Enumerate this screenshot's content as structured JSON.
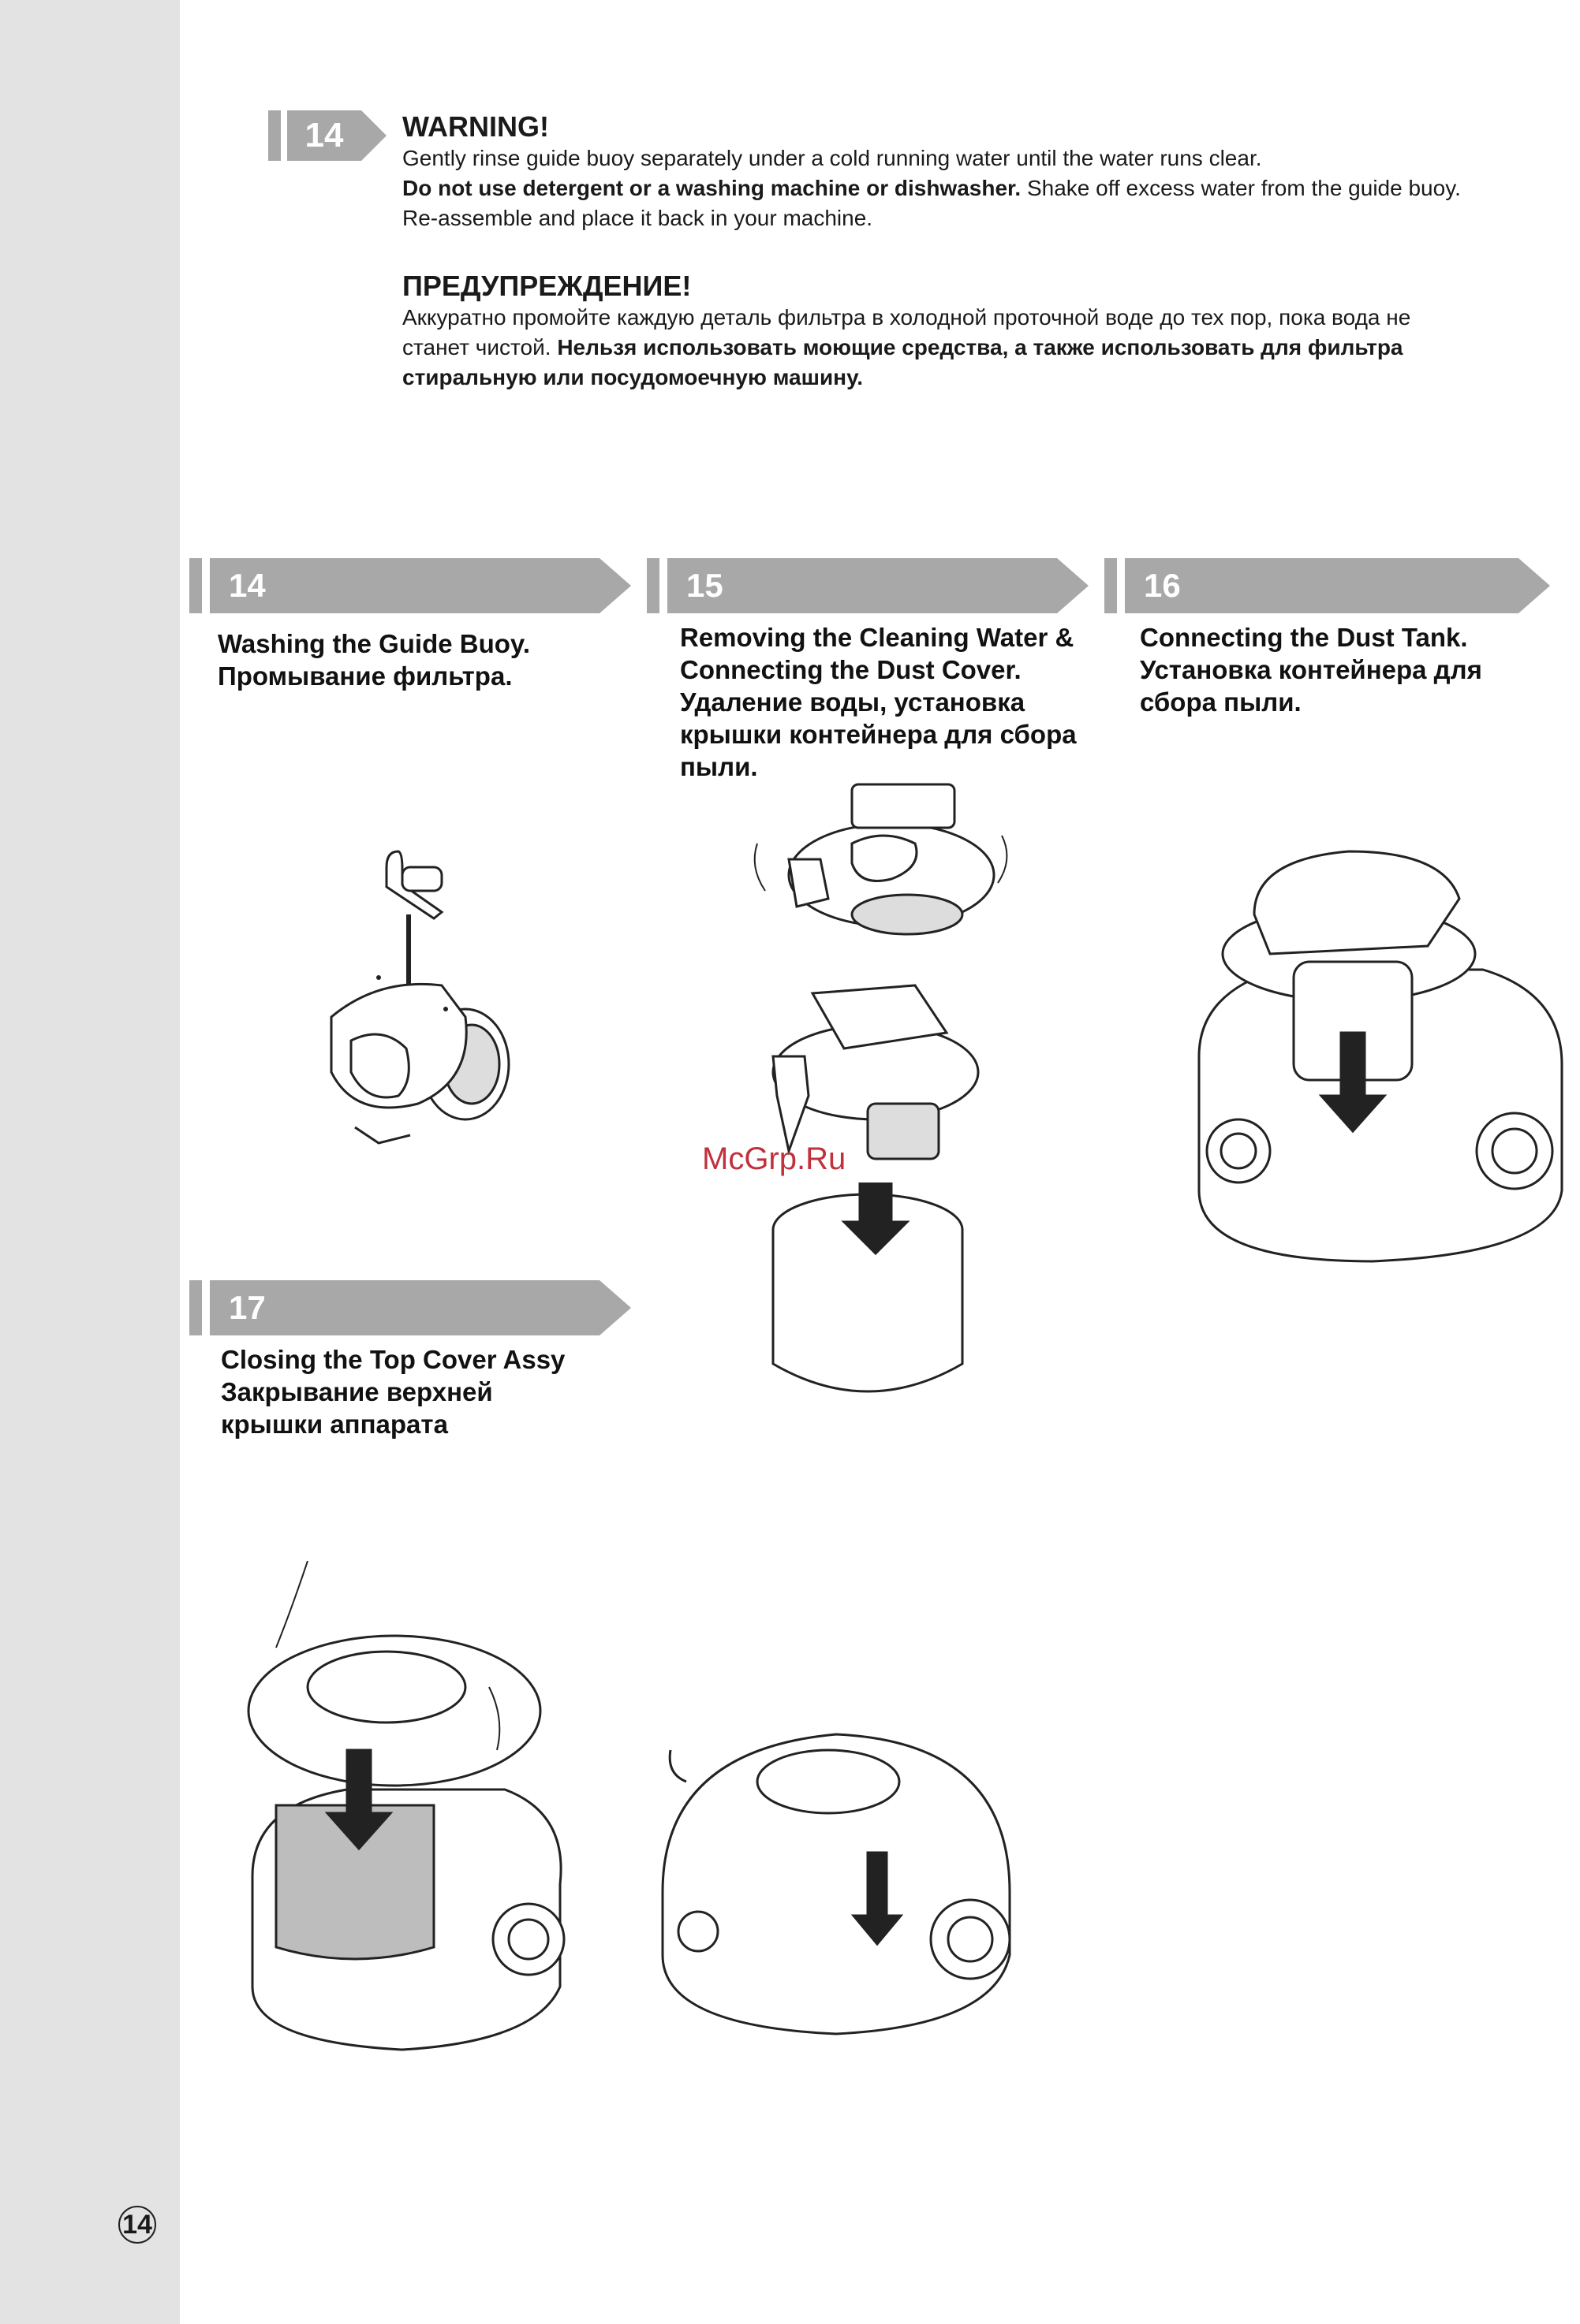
{
  "warning": {
    "step_number": "14",
    "title_en": "WARNING!",
    "en_line1": "Gently rinse guide buoy separately under a cold running water until the water runs clear.",
    "en_line2_bold": "Do not use detergent or a washing machine or dishwasher.",
    "en_line2_rest": " Shake off excess water from the guide buoy.",
    "en_line3": "Re-assemble and place it back in your machine.",
    "title_ru": "ПРЕДУПРЕЖДЕНИЕ!",
    "ru_line1": "Аккуратно промойте каждую деталь фильтра в холодной проточной воде до тех пор, пока вода не",
    "ru_line2_plain": "станет чистой. ",
    "ru_line2_bold": "Нельзя использовать моющие средства, а также использовать для фильтра",
    "ru_line3_bold": "стиральную или посудомоечную машину."
  },
  "steps": [
    {
      "number": "14",
      "lines": [
        "Washing the Guide Buoy.",
        "Промывание фильтра."
      ]
    },
    {
      "number": "15",
      "lines": [
        "Removing the Cleaning Water &",
        "Connecting the Dust Cover.",
        "Удаление воды, установка",
        "крышки контейнера для сбора",
        "пыли."
      ]
    },
    {
      "number": "16",
      "lines": [
        "Connecting the Dust Tank.",
        "Установка контейнера для",
        "сбора пыли."
      ]
    },
    {
      "number": "17",
      "lines": [
        "Closing the Top Cover Assy",
        "Закрывание верхней",
        "крышки аппарата"
      ]
    }
  ],
  "watermark": "McGrp.Ru",
  "page_number": "14"
}
